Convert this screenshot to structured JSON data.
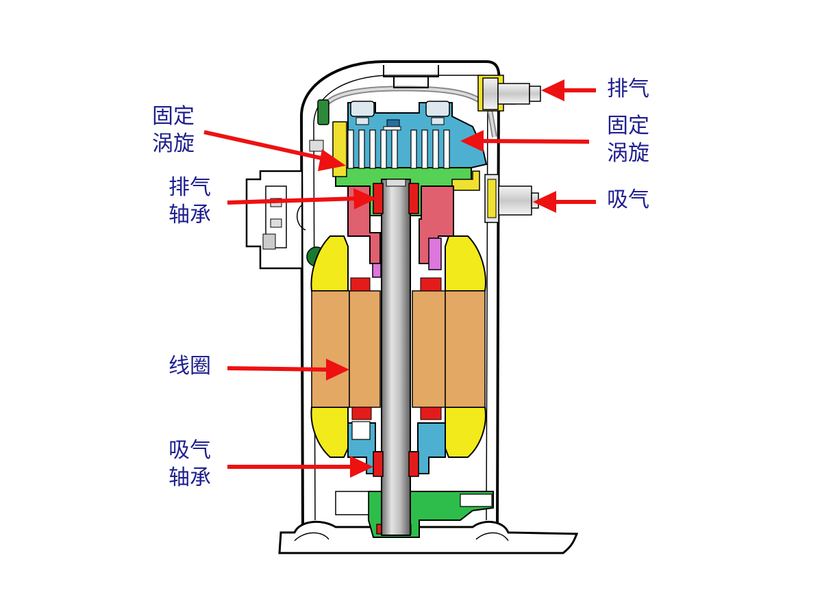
{
  "diagram": {
    "colors": {
      "label_text": "#1f1f8f",
      "arrow": "#ee1111",
      "scroll_fixed": "#4db0d0",
      "scroll_orbiting": "#55d155",
      "frame_main_bearing": "#e06070",
      "motor_coil_end": "#f2ea1a",
      "stator_coil": "#e3a864",
      "shaft": "#a9a9a9",
      "bearing": "#e41b1b",
      "lower_frame": "#2ebd4a",
      "fitting": "#f0e030",
      "oldham": "#dd77dd"
    },
    "labels": {
      "fixed_scroll_left": {
        "line1": "固定",
        "line2": "涡旋"
      },
      "discharge_bearing": {
        "line1": "排气",
        "line2": "轴承"
      },
      "coil": {
        "line1": "线圈"
      },
      "suction_bearing": {
        "line1": "吸气",
        "line2": "轴承"
      },
      "discharge": {
        "line1": "排气"
      },
      "fixed_scroll_right": {
        "line1": "固定",
        "line2": "涡旋"
      },
      "suction": {
        "line1": "吸气"
      }
    },
    "icons": [
      "arrow-icon"
    ]
  }
}
